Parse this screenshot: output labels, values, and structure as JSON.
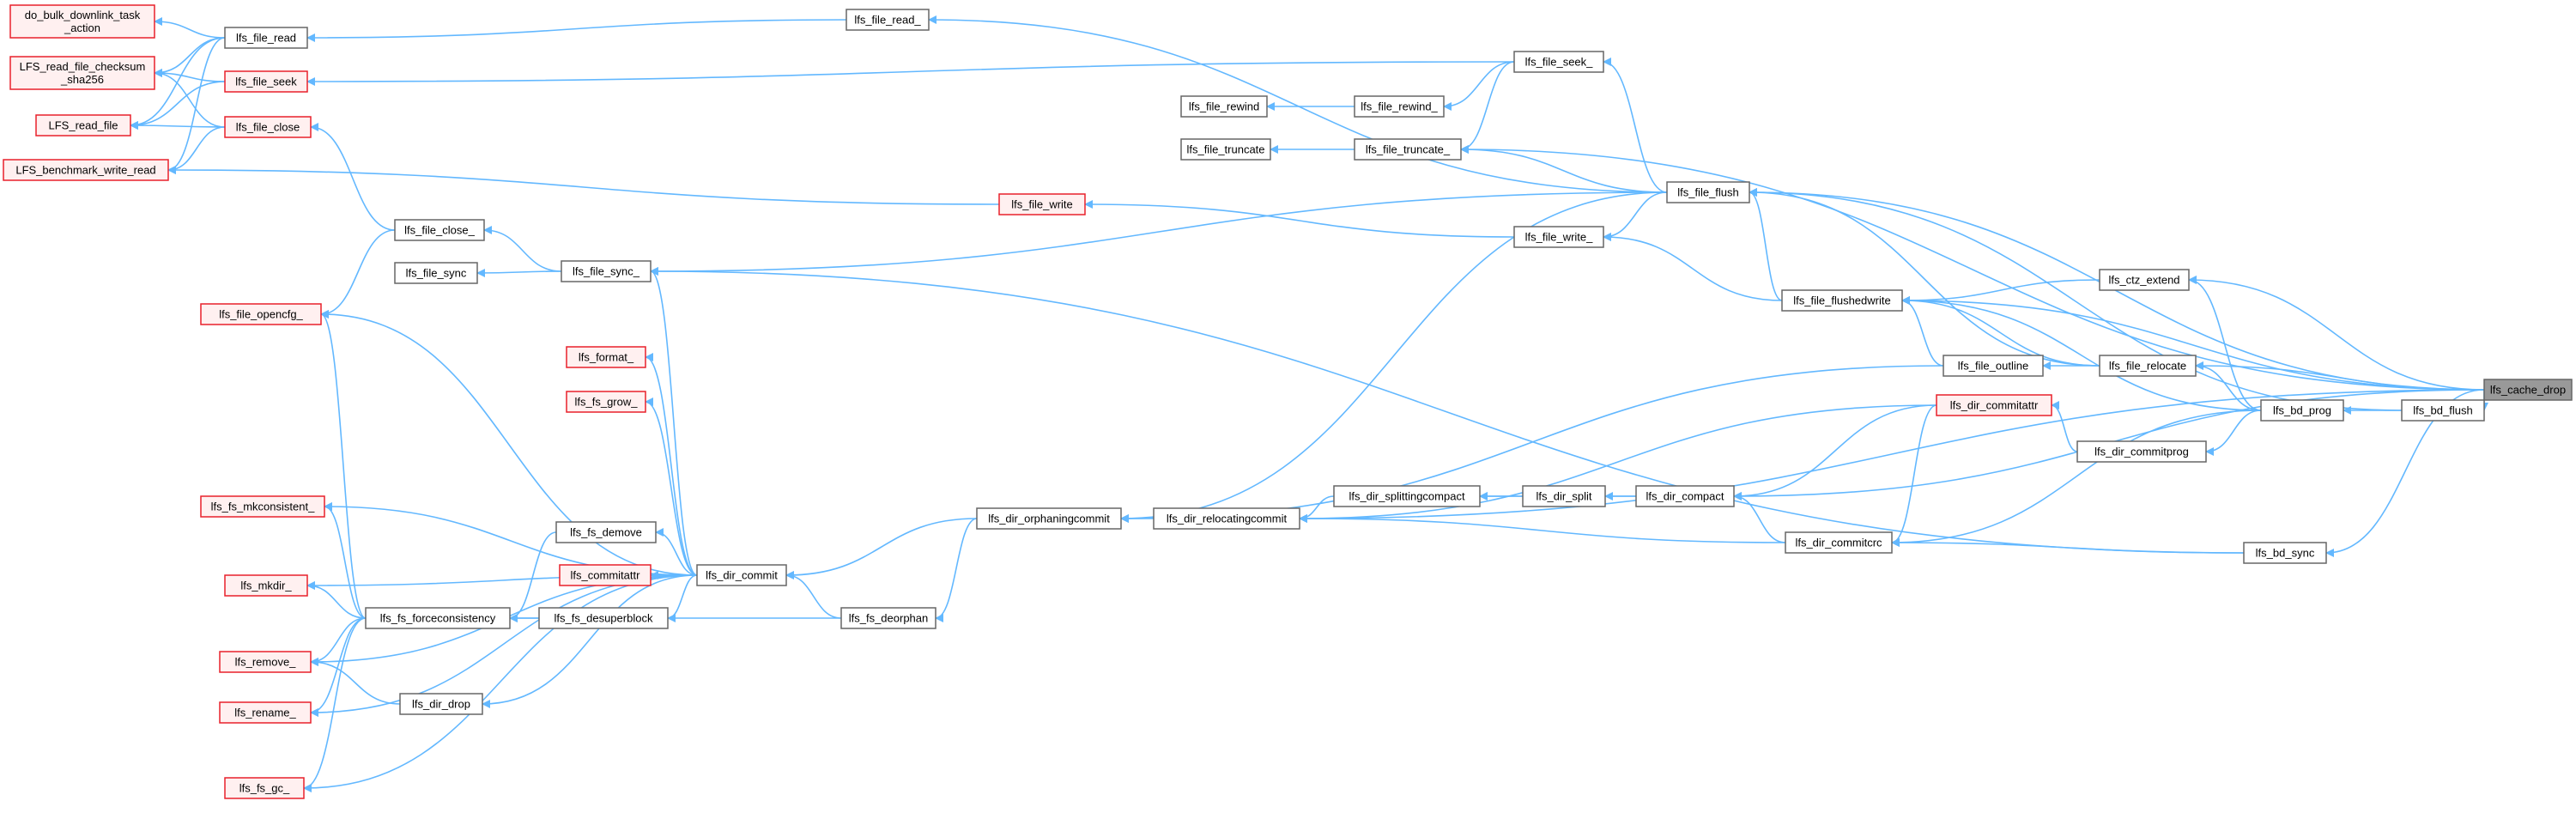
{
  "graph": {
    "colors": {
      "edge": "#63b8ff",
      "node_fill": "#ffffff",
      "node_border": "#666666",
      "red_border": "#e8212b",
      "red_fill": "#fff0f0",
      "root_fill": "#999999"
    },
    "nodes": [
      {
        "id": "do_bulk",
        "lines": [
          "do_bulk_downlink_task",
          "_action"
        ],
        "style": "red"
      },
      {
        "id": "lfs_sha",
        "lines": [
          "LFS_read_file_checksum",
          "_sha256"
        ],
        "style": "red"
      },
      {
        "id": "lfs_read_file",
        "lines": [
          "LFS_read_file"
        ],
        "style": "red"
      },
      {
        "id": "lfs_bench",
        "lines": [
          "LFS_benchmark_write_read"
        ],
        "style": "red"
      },
      {
        "id": "file_read",
        "lines": [
          "lfs_file_read"
        ],
        "style": "normal"
      },
      {
        "id": "file_seek",
        "lines": [
          "lfs_file_seek"
        ],
        "style": "red"
      },
      {
        "id": "file_close",
        "lines": [
          "lfs_file_close"
        ],
        "style": "red"
      },
      {
        "id": "file_close_",
        "lines": [
          "lfs_file_close_"
        ],
        "style": "normal"
      },
      {
        "id": "file_sync",
        "lines": [
          "lfs_file_sync"
        ],
        "style": "normal"
      },
      {
        "id": "file_opencfg_",
        "lines": [
          "lfs_file_opencfg_"
        ],
        "style": "red"
      },
      {
        "id": "file_sync_",
        "lines": [
          "lfs_file_sync_"
        ],
        "style": "normal"
      },
      {
        "id": "file_read_",
        "lines": [
          "lfs_file_read_"
        ],
        "style": "normal"
      },
      {
        "id": "file_rewind",
        "lines": [
          "lfs_file_rewind"
        ],
        "style": "normal"
      },
      {
        "id": "file_rewind_",
        "lines": [
          "lfs_file_rewind_"
        ],
        "style": "normal"
      },
      {
        "id": "file_truncate",
        "lines": [
          "lfs_file_truncate"
        ],
        "style": "normal"
      },
      {
        "id": "file_truncate_",
        "lines": [
          "lfs_file_truncate_"
        ],
        "style": "normal"
      },
      {
        "id": "file_seek_",
        "lines": [
          "lfs_file_seek_"
        ],
        "style": "normal"
      },
      {
        "id": "file_write",
        "lines": [
          "lfs_file_write"
        ],
        "style": "red"
      },
      {
        "id": "file_write_",
        "lines": [
          "lfs_file_write_"
        ],
        "style": "normal"
      },
      {
        "id": "file_flush",
        "lines": [
          "lfs_file_flush"
        ],
        "style": "normal"
      },
      {
        "id": "file_flushedwrite",
        "lines": [
          "lfs_file_flushedwrite"
        ],
        "style": "normal"
      },
      {
        "id": "file_outline",
        "lines": [
          "lfs_file_outline"
        ],
        "style": "normal"
      },
      {
        "id": "file_relocate",
        "lines": [
          "lfs_file_relocate"
        ],
        "style": "normal"
      },
      {
        "id": "ctz_extend",
        "lines": [
          "lfs_ctz_extend"
        ],
        "style": "normal"
      },
      {
        "id": "bd_prog",
        "lines": [
          "lfs_bd_prog"
        ],
        "style": "normal"
      },
      {
        "id": "bd_flush",
        "lines": [
          "lfs_bd_flush"
        ],
        "style": "normal"
      },
      {
        "id": "bd_sync",
        "lines": [
          "lfs_bd_sync"
        ],
        "style": "normal"
      },
      {
        "id": "cache_drop",
        "lines": [
          "lfs_cache_drop"
        ],
        "style": "root"
      },
      {
        "id": "format_",
        "lines": [
          "lfs_format_"
        ],
        "style": "red"
      },
      {
        "id": "fs_grow_",
        "lines": [
          "lfs_fs_grow_"
        ],
        "style": "red"
      },
      {
        "id": "fs_mkconsistent_",
        "lines": [
          "lfs_fs_mkconsistent_"
        ],
        "style": "red"
      },
      {
        "id": "mkdir_",
        "lines": [
          "lfs_mkdir_"
        ],
        "style": "red"
      },
      {
        "id": "remove_",
        "lines": [
          "lfs_remove_"
        ],
        "style": "red"
      },
      {
        "id": "rename_",
        "lines": [
          "lfs_rename_"
        ],
        "style": "red"
      },
      {
        "id": "fs_gc_",
        "lines": [
          "lfs_fs_gc_"
        ],
        "style": "red"
      },
      {
        "id": "fs_forceconsistency",
        "lines": [
          "lfs_fs_forceconsistency"
        ],
        "style": "normal"
      },
      {
        "id": "dir_drop",
        "lines": [
          "lfs_dir_drop"
        ],
        "style": "normal"
      },
      {
        "id": "fs_demove",
        "lines": [
          "lfs_fs_demove"
        ],
        "style": "normal"
      },
      {
        "id": "commitattr",
        "lines": [
          "lfs_commitattr"
        ],
        "style": "red"
      },
      {
        "id": "fs_desuperblock",
        "lines": [
          "lfs_fs_desuperblock"
        ],
        "style": "normal"
      },
      {
        "id": "dir_commit",
        "lines": [
          "lfs_dir_commit"
        ],
        "style": "normal"
      },
      {
        "id": "fs_deorphan",
        "lines": [
          "lfs_fs_deorphan"
        ],
        "style": "normal"
      },
      {
        "id": "dir_orphaningcommit",
        "lines": [
          "lfs_dir_orphaningcommit"
        ],
        "style": "normal"
      },
      {
        "id": "dir_relocatingcommit",
        "lines": [
          "lfs_dir_relocatingcommit"
        ],
        "style": "normal"
      },
      {
        "id": "dir_splittingcompact",
        "lines": [
          "lfs_dir_splittingcompact"
        ],
        "style": "normal"
      },
      {
        "id": "dir_split",
        "lines": [
          "lfs_dir_split"
        ],
        "style": "normal"
      },
      {
        "id": "dir_compact",
        "lines": [
          "lfs_dir_compact"
        ],
        "style": "normal"
      },
      {
        "id": "dir_commitcrc",
        "lines": [
          "lfs_dir_commitcrc"
        ],
        "style": "normal"
      },
      {
        "id": "dir_commitattr",
        "lines": [
          "lfs_dir_commitattr"
        ],
        "style": "red"
      },
      {
        "id": "dir_commitprog",
        "lines": [
          "lfs_dir_commitprog"
        ],
        "style": "normal"
      }
    ],
    "edges": [
      [
        "file_read",
        "do_bulk"
      ],
      [
        "file_read",
        "lfs_sha"
      ],
      [
        "file_read",
        "lfs_read_file"
      ],
      [
        "file_read",
        "lfs_bench"
      ],
      [
        "file_seek",
        "lfs_sha"
      ],
      [
        "file_seek",
        "lfs_read_file"
      ],
      [
        "file_close",
        "lfs_sha"
      ],
      [
        "file_close",
        "lfs_read_file"
      ],
      [
        "file_close",
        "lfs_bench"
      ],
      [
        "file_close_",
        "file_close"
      ],
      [
        "file_close_",
        "file_opencfg_"
      ],
      [
        "file_sync_",
        "file_close_"
      ],
      [
        "file_sync_",
        "file_sync"
      ],
      [
        "file_read_",
        "file_read"
      ],
      [
        "file_seek_",
        "file_seek"
      ],
      [
        "file_rewind_",
        "file_rewind"
      ],
      [
        "file_truncate_",
        "file_truncate"
      ],
      [
        "file_seek_",
        "file_rewind_"
      ],
      [
        "file_seek_",
        "file_truncate_"
      ],
      [
        "file_write",
        "lfs_bench"
      ],
      [
        "file_write_",
        "file_write"
      ],
      [
        "file_flush",
        "file_read_"
      ],
      [
        "file_flush",
        "file_seek_"
      ],
      [
        "file_flush",
        "file_truncate_"
      ],
      [
        "file_flush",
        "file_write_"
      ],
      [
        "file_flush",
        "file_sync_"
      ],
      [
        "file_flush",
        "dir_orphaningcommit"
      ],
      [
        "file_flushedwrite",
        "file_flush"
      ],
      [
        "file_flushedwrite",
        "file_write_"
      ],
      [
        "file_outline",
        "file_flushedwrite"
      ],
      [
        "file_outline",
        "dir_orphaningcommit"
      ],
      [
        "file_relocate",
        "file_outline"
      ],
      [
        "file_relocate",
        "file_flushedwrite"
      ],
      [
        "file_relocate",
        "file_flush"
      ],
      [
        "ctz_extend",
        "file_flushedwrite"
      ],
      [
        "bd_prog",
        "ctz_extend"
      ],
      [
        "bd_prog",
        "file_relocate"
      ],
      [
        "bd_prog",
        "file_flushedwrite"
      ],
      [
        "bd_prog",
        "dir_commitprog"
      ],
      [
        "bd_prog",
        "dir_commitcrc"
      ],
      [
        "bd_flush",
        "bd_prog"
      ],
      [
        "bd_flush",
        "file_flush"
      ],
      [
        "bd_sync",
        "dir_commitcrc"
      ],
      [
        "bd_sync",
        "file_sync_"
      ],
      [
        "cache_drop",
        "bd_flush"
      ],
      [
        "cache_drop",
        "bd_sync"
      ],
      [
        "cache_drop",
        "ctz_extend"
      ],
      [
        "cache_drop",
        "file_relocate"
      ],
      [
        "cache_drop",
        "file_flush"
      ],
      [
        "cache_drop",
        "file_truncate_"
      ],
      [
        "cache_drop",
        "file_flushedwrite"
      ],
      [
        "cache_drop",
        "dir_compact"
      ],
      [
        "cache_drop",
        "dir_relocatingcommit"
      ],
      [
        "dir_commitprog",
        "dir_commitattr"
      ],
      [
        "dir_commitattr",
        "dir_compact"
      ],
      [
        "dir_commitattr",
        "dir_relocatingcommit"
      ],
      [
        "dir_commitattr",
        "dir_commitcrc"
      ],
      [
        "dir_commitcrc",
        "dir_compact"
      ],
      [
        "dir_commitcrc",
        "dir_relocatingcommit"
      ],
      [
        "dir_compact",
        "dir_split"
      ],
      [
        "dir_compact",
        "dir_splittingcompact"
      ],
      [
        "dir_split",
        "dir_splittingcompact"
      ],
      [
        "dir_splittingcompact",
        "dir_relocatingcommit"
      ],
      [
        "dir_relocatingcommit",
        "dir_orphaningcommit"
      ],
      [
        "dir_orphaningcommit",
        "dir_commit"
      ],
      [
        "dir_orphaningcommit",
        "fs_deorphan"
      ],
      [
        "fs_deorphan",
        "dir_commit"
      ],
      [
        "fs_deorphan",
        "fs_forceconsistency"
      ],
      [
        "dir_commit",
        "fs_demove"
      ],
      [
        "dir_commit",
        "commitattr"
      ],
      [
        "dir_commit",
        "fs_desuperblock"
      ],
      [
        "dir_commit",
        "format_"
      ],
      [
        "dir_commit",
        "fs_grow_"
      ],
      [
        "dir_commit",
        "file_sync_"
      ],
      [
        "dir_commit",
        "file_opencfg_"
      ],
      [
        "dir_commit",
        "fs_mkconsistent_"
      ],
      [
        "dir_commit",
        "mkdir_"
      ],
      [
        "dir_commit",
        "remove_"
      ],
      [
        "dir_commit",
        "rename_"
      ],
      [
        "dir_commit",
        "fs_gc_"
      ],
      [
        "dir_commit",
        "dir_drop"
      ],
      [
        "fs_demove",
        "fs_forceconsistency"
      ],
      [
        "fs_desuperblock",
        "fs_forceconsistency"
      ],
      [
        "dir_drop",
        "remove_"
      ],
      [
        "fs_forceconsistency",
        "file_opencfg_"
      ],
      [
        "fs_forceconsistency",
        "fs_mkconsistent_"
      ],
      [
        "fs_forceconsistency",
        "mkdir_"
      ],
      [
        "fs_forceconsistency",
        "remove_"
      ],
      [
        "fs_forceconsistency",
        "rename_"
      ],
      [
        "fs_forceconsistency",
        "fs_gc_"
      ]
    ]
  }
}
